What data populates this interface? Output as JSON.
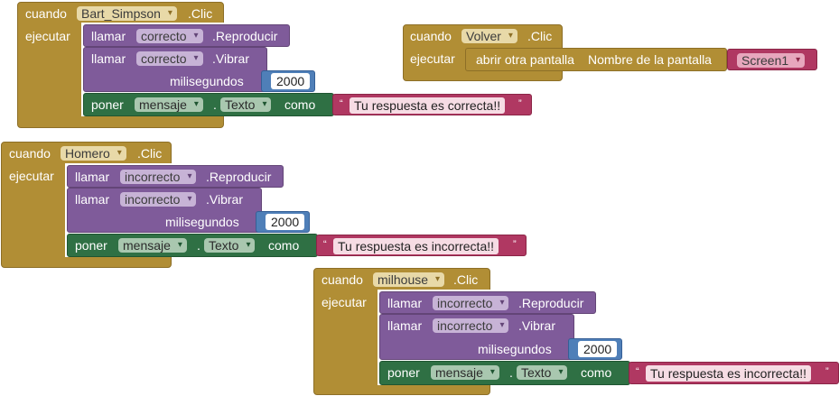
{
  "labels": {
    "cuando": "cuando",
    "ejecutar": "ejecutar",
    "clic": ".Clic",
    "llamar": "llamar",
    "reproducir": ".Reproducir",
    "vibrar": ".Vibrar",
    "milisegundos": "milisegundos",
    "poner": "poner",
    "como": "como",
    "punto": ".",
    "abrir": "abrir otra pantalla",
    "nombre_pantalla": "Nombre de la pantalla",
    "open_quote": "“",
    "close_quote": "”"
  },
  "blocks": {
    "bart": {
      "component": "Bart_Simpson",
      "sound": "correcto",
      "duration": "2000",
      "set_component": "mensaje",
      "set_property": "Texto",
      "message": "Tu respuesta es correcta!!"
    },
    "homero": {
      "component": "Homero",
      "sound": "incorrecto",
      "duration": "2000",
      "set_component": "mensaje",
      "set_property": "Texto",
      "message": "Tu respuesta es incorrecta!!"
    },
    "milhouse": {
      "component": "milhouse",
      "sound": "incorrecto",
      "duration": "2000",
      "set_component": "mensaje",
      "set_property": "Texto",
      "message": "Tu respuesta es incorrecta!!"
    },
    "volver": {
      "component": "Volver",
      "screen": "Screen1"
    }
  },
  "colors": {
    "event": "#b18e35",
    "procedure": "#7f5b9a",
    "setter": "#2f7044",
    "math": "#4f7fb8",
    "text": "#b03862"
  }
}
